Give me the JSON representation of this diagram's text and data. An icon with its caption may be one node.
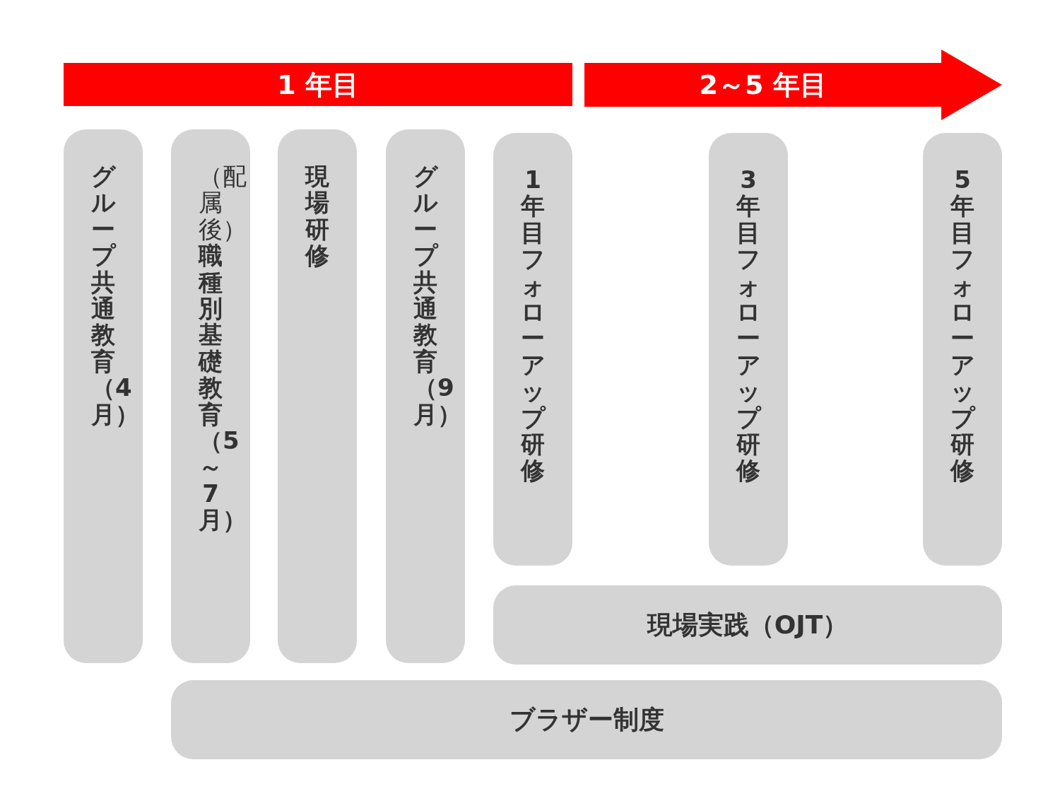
{
  "diagram": {
    "nodes": [
      {
        "text": [
          "1 年目"
        ]
      },
      {
        "text": [
          "2～5 年目"
        ]
      },
      {
        "text": [
          "グループ共通教育（4月）"
        ]
      },
      {
        "text": [
          "（配属後）**職種別基礎教育（5～7月）**"
        ]
      },
      {
        "text": [
          "現場研修"
        ]
      },
      {
        "text": [
          "グループ共通教育（9月）"
        ]
      },
      {
        "text": [
          "1年目フォローアップ研修"
        ]
      },
      {
        "text": [
          "3年目フォローアップ研修"
        ]
      },
      {
        "text": [
          "5年目フォローアップ研修"
        ]
      },
      {
        "text": [
          "現場実践（OJT）"
        ]
      },
      {
        "text": [
          "ブラザー制度"
        ]
      }
    ],
    "edges": []
  }
}
